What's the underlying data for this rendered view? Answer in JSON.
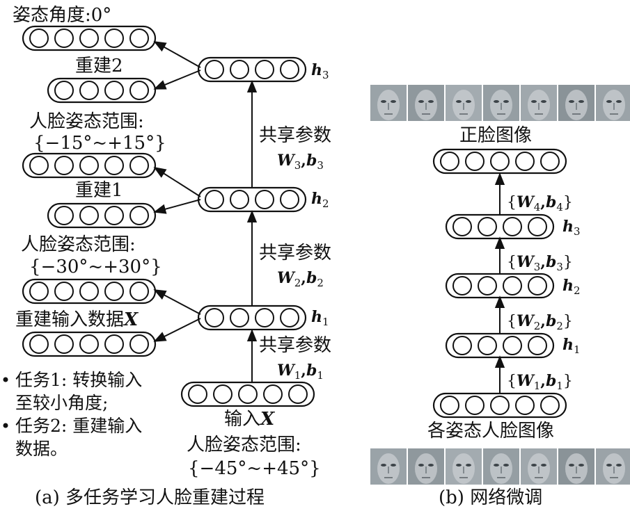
{
  "panel_a": {
    "caption": "(a) 多任务学习人脸重建过程",
    "out_label": "姿态角度:0°",
    "recon2_label": "重建2",
    "range1_line1": "人脸姿态范围:",
    "range1_line2": "{−15°~+15°}",
    "recon1_label": "重建1",
    "range2_line1": "人脸姿态范围:",
    "range2_line2": "{−30°~+30°}",
    "recon_input_label": "重建输入数据",
    "recon_input_var": "X",
    "share_label": "共享参数",
    "params": [
      {
        "W": "W",
        "sub": "3",
        "b": "b",
        "bsub": "3"
      },
      {
        "W": "W",
        "sub": "2",
        "b": "b",
        "bsub": "2"
      },
      {
        "W": "W",
        "sub": "1",
        "b": "b",
        "bsub": "1"
      }
    ],
    "hidden": [
      {
        "h": "h",
        "sub": "3"
      },
      {
        "h": "h",
        "sub": "2"
      },
      {
        "h": "h",
        "sub": "1"
      }
    ],
    "input_label": "输入",
    "input_var": "X",
    "input_range_line1": "人脸姿态范围:",
    "input_range_line2": "{−45°~+45°}",
    "bullets": [
      {
        "line1": "任务1: 转换输入",
        "line2": "至较小角度;"
      },
      {
        "line1": "任务2: 重建输入",
        "line2": "数据。"
      }
    ]
  },
  "panel_b": {
    "caption": "(b) 网络微调",
    "top_label": "正脸图像",
    "bottom_label": "各姿态人脸图像",
    "params": [
      {
        "W": "W",
        "sub": "4",
        "b": "b",
        "bsub": "4"
      },
      {
        "W": "W",
        "sub": "3",
        "b": "b",
        "bsub": "3"
      },
      {
        "W": "W",
        "sub": "2",
        "b": "b",
        "bsub": "2"
      },
      {
        "W": "W",
        "sub": "1",
        "b": "b",
        "bsub": "1"
      }
    ],
    "hidden": [
      {
        "h": "h",
        "sub": "3"
      },
      {
        "h": "h",
        "sub": "2"
      },
      {
        "h": "h",
        "sub": "1"
      }
    ],
    "face_colors": [
      "#9aa3a8",
      "#8f989d",
      "#a3abb0",
      "#959ea3",
      "#a0a8ad",
      "#8a9398",
      "#9ba3a8"
    ]
  }
}
